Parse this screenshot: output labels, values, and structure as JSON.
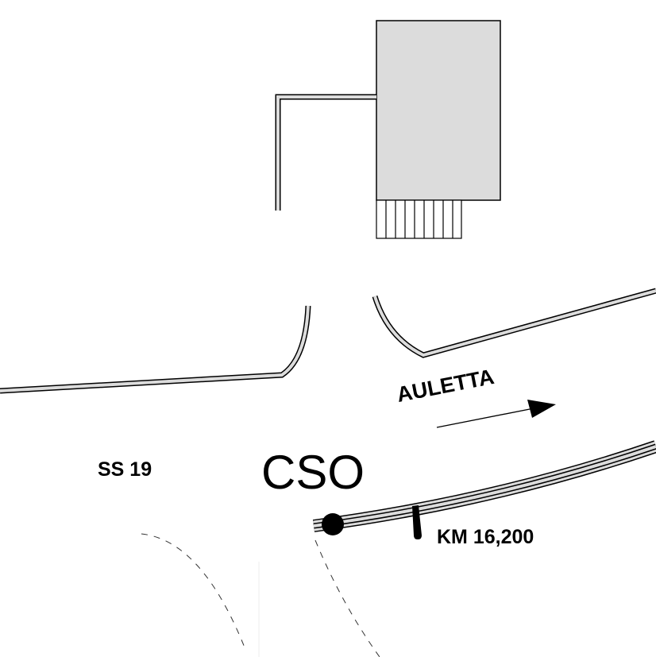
{
  "labels": {
    "road_name": "SS 19",
    "site_code": "CSO",
    "kilometer_marker": "KM 16,200",
    "direction": "AULETTA"
  },
  "colors": {
    "building_fill": "#dcdcdc",
    "road_fill": "#dcdcdc",
    "ink": "#000000"
  },
  "icons": [
    "arrow-right-icon",
    "location-dot-icon",
    "km-marker-icon"
  ]
}
